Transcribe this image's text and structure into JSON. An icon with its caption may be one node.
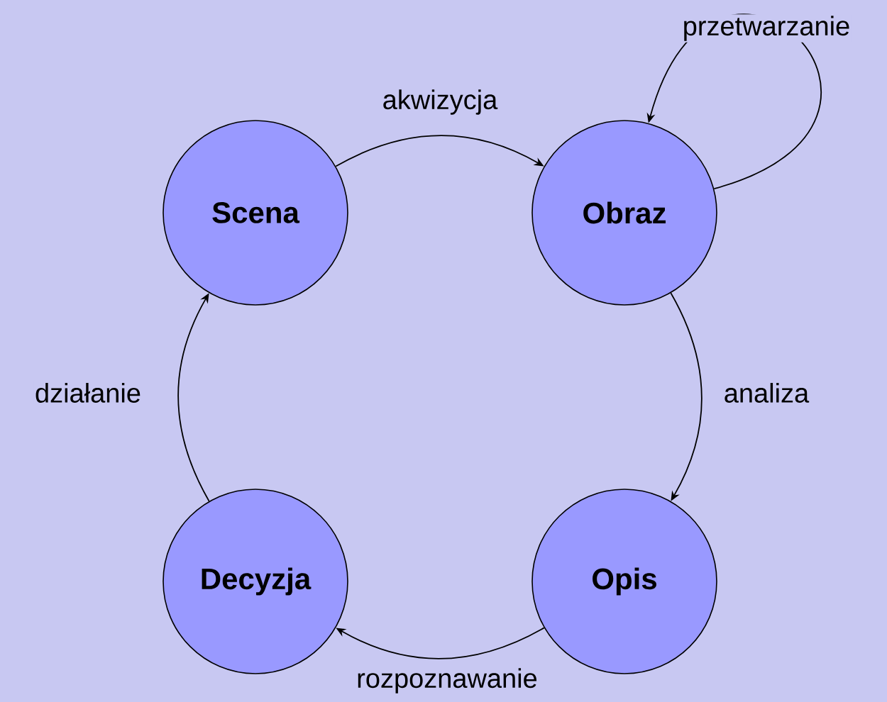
{
  "diagram": {
    "nodes": [
      {
        "text": [
          "Scena"
        ]
      },
      {
        "text": [
          "Obraz"
        ]
      },
      {
        "text": [
          "Opis"
        ]
      },
      {
        "text": [
          "Decyzja"
        ]
      }
    ],
    "edges": [
      {
        "from": 0,
        "to": 1,
        "arrow": "to",
        "label": "akwizycja"
      },
      {
        "from": 1,
        "to": 1,
        "arrow": "to",
        "label": "przetwarzanie"
      },
      {
        "from": 1,
        "to": 2,
        "arrow": "to",
        "label": "analiza"
      },
      {
        "from": 2,
        "to": 3,
        "arrow": "to",
        "label": "rozpoznawanie"
      },
      {
        "from": 3,
        "to": 0,
        "arrow": "to",
        "label": "działanie"
      }
    ]
  }
}
